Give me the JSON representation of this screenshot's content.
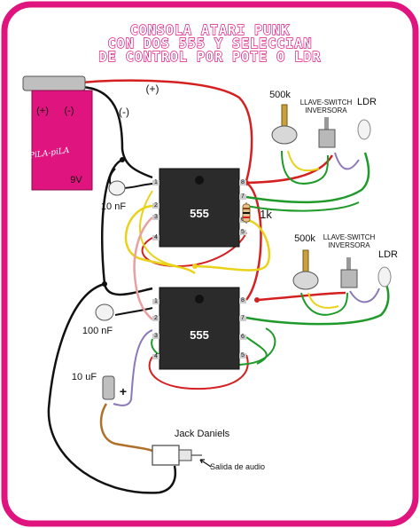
{
  "title": {
    "line1": "CONSOLA ATARI PUNK",
    "line2": "CON DOS 555 Y SELECCIAN",
    "line3": "DE CONTROL POR POTE O LDR"
  },
  "battery": {
    "plus": "(+)",
    "minus": "(-)",
    "brand": "PiLA-piLA",
    "voltage": "9V"
  },
  "wires": {
    "plus_label": "(+)",
    "minus_label": "(-)"
  },
  "chips": [
    {
      "label": "555",
      "pins_left": [
        "1",
        "2",
        "3",
        "4"
      ],
      "pins_right": [
        "8",
        "7",
        "6",
        "5"
      ]
    },
    {
      "label": "555",
      "pins_left": [
        "1",
        "2",
        "3",
        "4"
      ],
      "pins_right": [
        "8",
        "7",
        "6",
        "5"
      ]
    }
  ],
  "components": {
    "cap1": "10 nF",
    "resistor": "1k",
    "cap2": "100 nF",
    "cap3": "10 uF",
    "cap3_polarity": "+",
    "pot1": "500k",
    "switch1_line1": "LLAVE-SWITCH",
    "switch1_line2": "INVERSORA",
    "ldr1": "LDR",
    "pot2": "500k",
    "switch2_line1": "LLAVE-SWITCH",
    "switch2_line2": "INVERSORA",
    "ldr2": "LDR",
    "jack": "Jack Daniels",
    "audio_out": "Salida de audio"
  },
  "colors": {
    "frame": "#e0147e",
    "battery": "#e0147e",
    "chip": "#2b2b2b",
    "wire_red": "#d42020",
    "wire_black": "#111111",
    "wire_yellow": "#e8d21a",
    "wire_green": "#1f9a2a",
    "wire_pink": "#e8a0a0",
    "wire_purple": "#8a78b8",
    "wire_brown": "#b0702a"
  }
}
